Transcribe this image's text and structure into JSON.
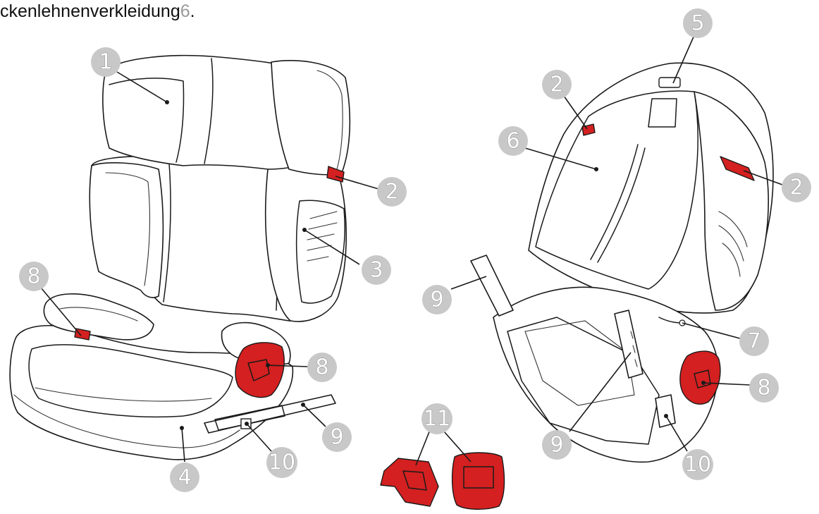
{
  "caption": {
    "text": "ckenlehnenverkleidung",
    "number": "6",
    "suffix": "."
  },
  "parts": {
    "headrest": "1",
    "slider_button": "2",
    "side_protection": "3",
    "seat_base": "4",
    "top_handle": "5",
    "backrest_cover": "6",
    "release_strap": "7",
    "belt_guide": "8",
    "isofix_arm": "9",
    "isofix_release": "10",
    "belt_guide_clip": "11"
  },
  "colors": {
    "accent_red": "#d42020",
    "badge_gray": "#c8c8c8",
    "line": "#1a1a1a"
  },
  "labels": [
    {
      "part": "headrest",
      "view": "front"
    },
    {
      "part": "slider_button",
      "view": "front"
    },
    {
      "part": "side_protection",
      "view": "front"
    },
    {
      "part": "seat_base",
      "view": "front"
    },
    {
      "part": "belt_guide",
      "view": "front",
      "instance": "left"
    },
    {
      "part": "belt_guide",
      "view": "front",
      "instance": "right"
    },
    {
      "part": "isofix_arm",
      "view": "front"
    },
    {
      "part": "isofix_release",
      "view": "front"
    },
    {
      "part": "belt_guide_clip",
      "view": "detail"
    },
    {
      "part": "top_handle",
      "view": "rear"
    },
    {
      "part": "slider_button",
      "view": "rear",
      "instance": "left"
    },
    {
      "part": "slider_button",
      "view": "rear",
      "instance": "right"
    },
    {
      "part": "backrest_cover",
      "view": "rear"
    },
    {
      "part": "isofix_arm",
      "view": "rear",
      "instance": "left"
    },
    {
      "part": "isofix_arm",
      "view": "rear",
      "instance": "bottom"
    },
    {
      "part": "release_strap",
      "view": "rear"
    },
    {
      "part": "belt_guide",
      "view": "rear"
    },
    {
      "part": "isofix_release",
      "view": "rear"
    }
  ]
}
